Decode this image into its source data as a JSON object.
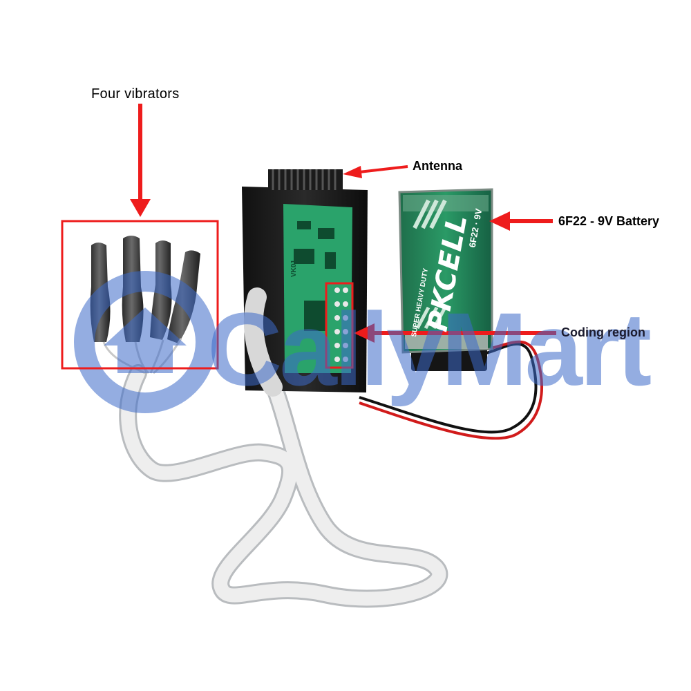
{
  "labels": {
    "vibrators": "Four vibrators",
    "antenna": "Antenna",
    "battery": "6F22 - 9V Battery",
    "coding": "Coding region"
  },
  "battery": {
    "brand": "PKCELL",
    "model": "6F22 · 9V",
    "tagline": "SUPER HEAVY DUTY"
  },
  "board": {
    "marking": "VK01"
  },
  "watermark": {
    "text": "CallyMart"
  },
  "colors": {
    "annotation_red": "#ee1c1c",
    "watermark_blue": "#3c69c8",
    "battery_green": "#1f8a5a",
    "pcb_green": "#2aa36b",
    "enclosure_black": "#1a1a1a"
  }
}
